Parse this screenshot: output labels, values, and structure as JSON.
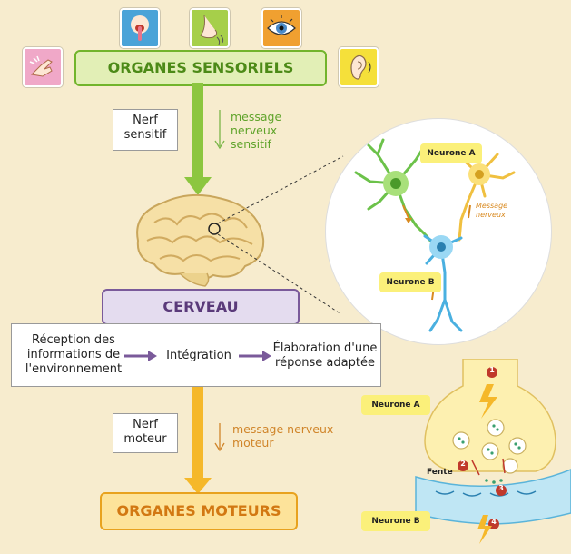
{
  "organes_sensoriels": "ORGANES SENSORIELS",
  "nerf_sensitif": [
    "Nerf",
    "sensitif"
  ],
  "message_sensitif": [
    "message",
    "nerveux",
    "sensitif"
  ],
  "cerveau": "CERVEAU",
  "reception": [
    "Réception des",
    "informations de",
    "l'environnement"
  ],
  "integration": "Intégration",
  "elaboration": [
    "Élaboration d'une",
    "réponse adaptée"
  ],
  "nerf_moteur": [
    "Nerf",
    "moteur"
  ],
  "message_moteur": [
    "message nerveux",
    "moteur"
  ],
  "organes_moteurs": "ORGANES MOTEURS",
  "zoom": {
    "neurone_a": "Neurone A",
    "neurone_b": "Neurone B",
    "message_nerveux": [
      "Message",
      "nerveux"
    ]
  },
  "synapse": {
    "neurone_a": "Neurone A",
    "neurone_b": "Neurone B",
    "fente": "Fente",
    "steps": [
      "1",
      "2",
      "3",
      "4"
    ]
  },
  "colors": {
    "green": "#72b42c",
    "orange": "#e8a21e",
    "purple": "#7a5a9a",
    "banner_green": "#e2efb6",
    "banner_orange": "#fde39a",
    "banner_purple": "#e4dcef"
  },
  "icons": [
    "touch-icon",
    "taste-icon",
    "smell-icon",
    "eye-icon",
    "ear-icon"
  ]
}
